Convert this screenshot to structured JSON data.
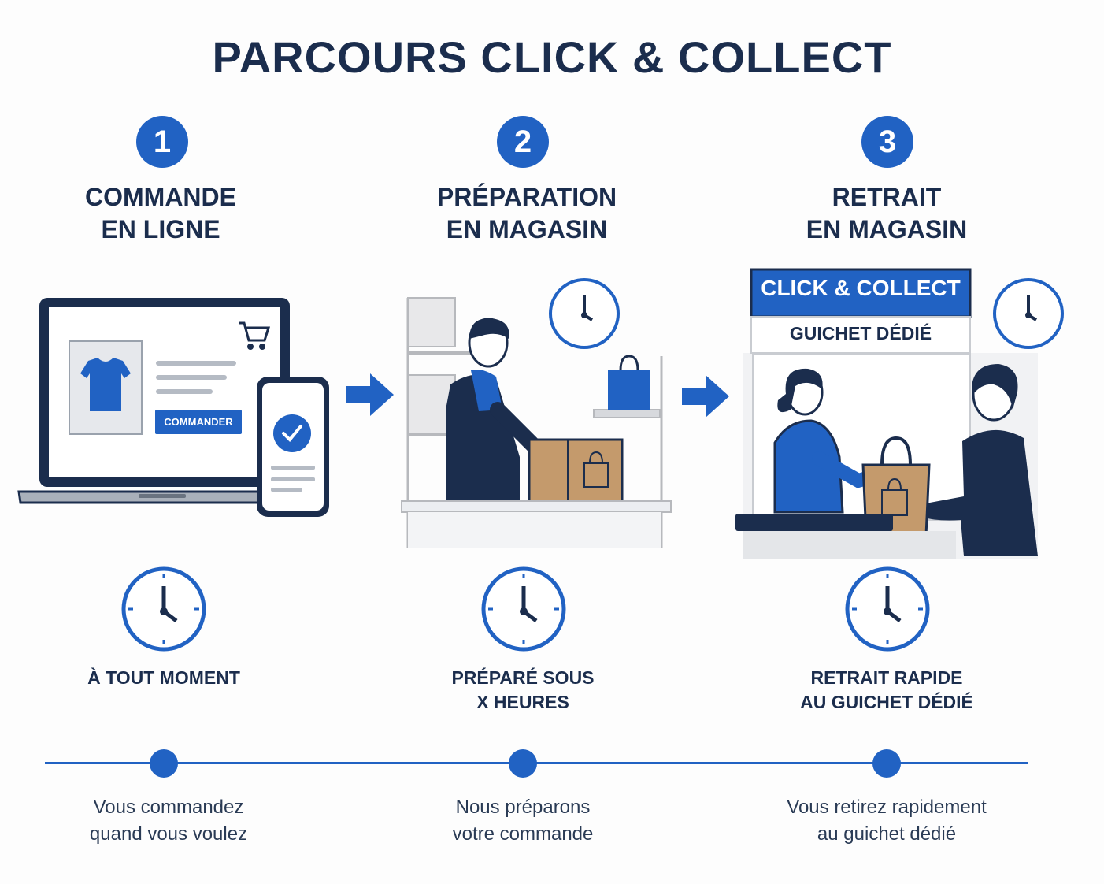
{
  "title": "PARCOURS CLICK & COLLECT",
  "steps": [
    {
      "number": "1",
      "title_line1": "COMMANDE",
      "title_line2": "EN LIGNE",
      "caption_line1": "À TOUT MOMENT",
      "caption_line2": "",
      "desc_line1": "Vous commandez",
      "desc_line2": "quand vous voulez"
    },
    {
      "number": "2",
      "title_line1": "PRÉPARATION",
      "title_line2": "EN MAGASIN",
      "caption_line1": "PRÉPARÉ SOUS",
      "caption_line2": "X HEURES",
      "desc_line1": "Nous préparons",
      "desc_line2": "votre commande"
    },
    {
      "number": "3",
      "title_line1": "RETRAIT",
      "title_line2": "EN MAGASIN",
      "caption_line1": "RETRAIT RAPIDE",
      "caption_line2": "AU GUICHET DÉDIÉ",
      "desc_line1": "Vous retirez rapidement",
      "desc_line2": "au guichet dédié"
    }
  ],
  "illustration": {
    "commander_button": "COMMANDER",
    "counter_sign_title": "CLICK & COLLECT",
    "counter_sign_subtitle": "GUICHET DÉDIÉ"
  },
  "icons": [
    "laptop-icon",
    "smartphone-icon",
    "cart-icon",
    "tshirt-icon",
    "check-icon",
    "clock-icon",
    "arrow-right-icon",
    "bag-icon",
    "box-icon"
  ],
  "colors": {
    "accent": "#2162c3",
    "navy": "#1b2d4d",
    "cardboard": "#c49a6c"
  }
}
